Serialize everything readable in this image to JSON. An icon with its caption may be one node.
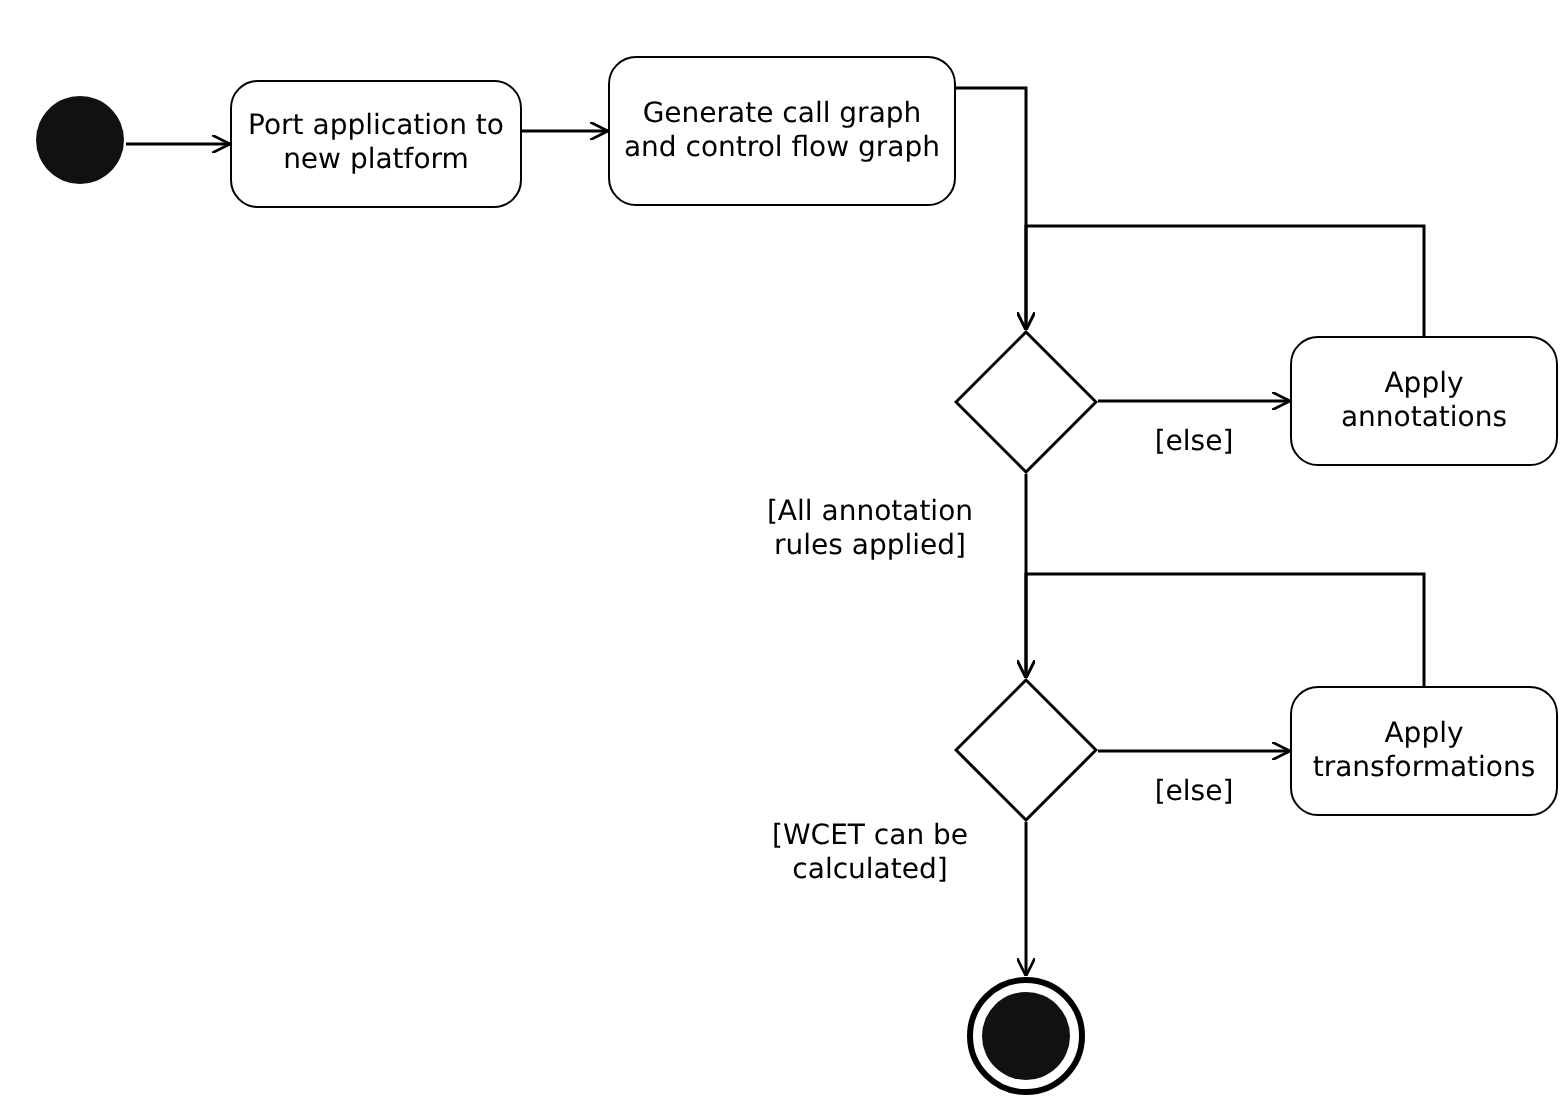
{
  "diagram": {
    "nodes": [
      {
        "text": [],
        "shape": "circle"
      },
      {
        "text": [
          "Port application to new platform"
        ]
      },
      {
        "text": [
          "Generate call graph and control flow graph"
        ]
      },
      {
        "text": [],
        "shape": "diamond"
      },
      {
        "text": [
          "Apply annotations"
        ]
      },
      {
        "text": [],
        "shape": "diamond"
      },
      {
        "text": [
          "Apply transformations"
        ]
      },
      {
        "text": [],
        "shape": "circle"
      }
    ],
    "edges": [
      {
        "from": 0,
        "to": 1,
        "arrow": "to"
      },
      {
        "from": 1,
        "to": 2,
        "arrow": "to"
      },
      {
        "from": 2,
        "to": 3,
        "arrow": "to"
      },
      {
        "from": 3,
        "to": 4,
        "arrow": "to",
        "label": "[else]"
      },
      {
        "from": 4,
        "to": 3,
        "arrow": "to"
      },
      {
        "from": 3,
        "to": 5,
        "arrow": "to",
        "label": "[All annotation rules applied]"
      },
      {
        "from": 5,
        "to": 6,
        "arrow": "to",
        "label": "[else]"
      },
      {
        "from": 6,
        "to": 5,
        "arrow": "to"
      },
      {
        "from": 5,
        "to": 7,
        "arrow": "to",
        "label": "[WCET can be calculated]"
      }
    ]
  }
}
